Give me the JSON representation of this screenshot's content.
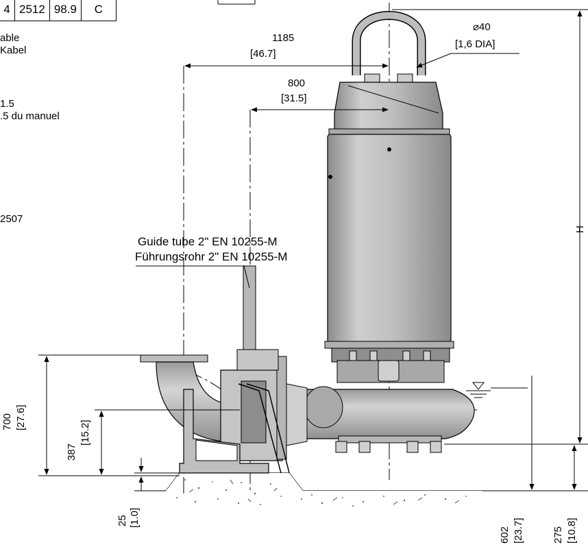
{
  "spec_table": {
    "cells": [
      "4",
      "2512",
      "98.9",
      "C"
    ]
  },
  "notes": {
    "cable_line1": "able",
    "cable_line2": "Kabel",
    "manual_line1": "1.5",
    "manual_line2": ".5 du manuel",
    "code": "2507"
  },
  "guide_tube": {
    "line1": "Guide tube 2\" EN 10255-M",
    "line2": "Führungsrohr 2\" EN 10255-M"
  },
  "dimensions": {
    "d1185": {
      "mm": "1185",
      "inch": "46.7"
    },
    "d800": {
      "mm": "800",
      "inch": "31.5"
    },
    "diameter": {
      "mm": "⌀40",
      "inch": "1,6 DIA"
    },
    "height_label": "H",
    "d700": {
      "mm": "700",
      "inch": "27.6"
    },
    "d387": {
      "mm": "387",
      "inch": "15.2"
    },
    "d25": {
      "mm": "25",
      "inch": "1.0"
    },
    "d602": {
      "mm": "602",
      "inch": "23.7"
    },
    "d275": {
      "mm": "275",
      "inch": "10.8"
    }
  },
  "colors": {
    "pump_body": "#bdbdbd",
    "pump_shade": "#9e9e9e",
    "line": "#000000"
  }
}
